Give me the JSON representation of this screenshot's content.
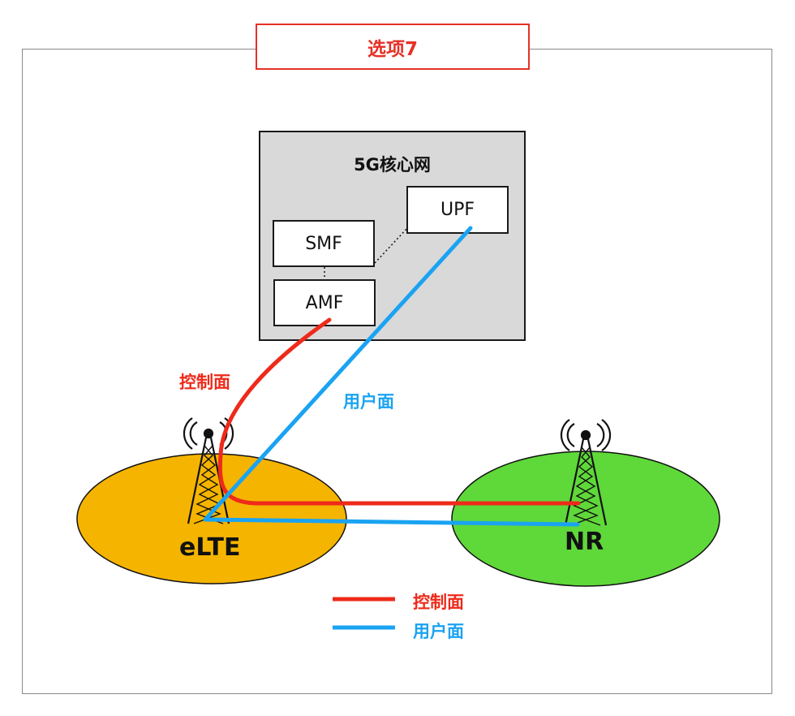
{
  "title": "选项7",
  "core": {
    "title": "5G核心网",
    "smf": "SMF",
    "amf": "AMF",
    "upf": "UPF"
  },
  "cells": {
    "elte": {
      "label": "eLTE",
      "color": "#f5b400"
    },
    "nr": {
      "label": "NR",
      "color": "#5fd83a"
    }
  },
  "planes": {
    "control": {
      "label": "控制面",
      "color": "#ee2a1a"
    },
    "user": {
      "label": "用户面",
      "color": "#1aa3f2"
    }
  },
  "legend": {
    "control_label": "控制面",
    "user_label": "用户面"
  },
  "icons": [
    "antenna-tower-icon",
    "antenna-tower-icon"
  ]
}
